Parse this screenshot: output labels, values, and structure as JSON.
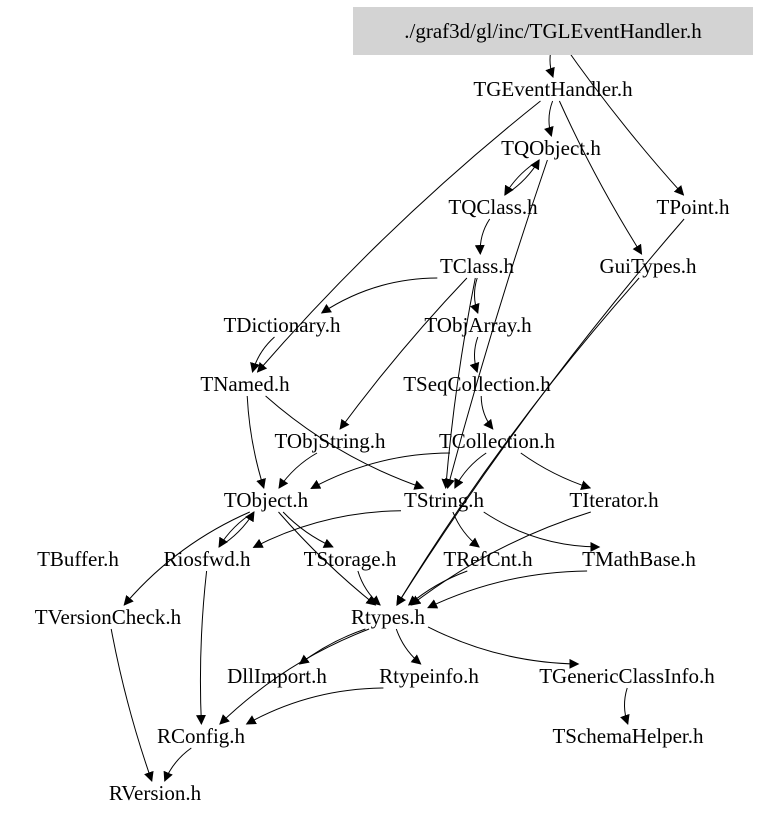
{
  "diagram": {
    "root": "./graf3d/gl/inc/TGLEventHandler.h",
    "root_fill": "#d3d3d3",
    "nodes": [
      {
        "id": "root",
        "label": "./graf3d/gl/inc/TGLEventHandler.h"
      },
      {
        "id": "TGEventHandler",
        "label": "TGEventHandler.h"
      },
      {
        "id": "TQObject",
        "label": "TQObject.h"
      },
      {
        "id": "TPoint",
        "label": "TPoint.h"
      },
      {
        "id": "TQClass",
        "label": "TQClass.h"
      },
      {
        "id": "TClass",
        "label": "TClass.h"
      },
      {
        "id": "GuiTypes",
        "label": "GuiTypes.h"
      },
      {
        "id": "TDictionary",
        "label": "TDictionary.h"
      },
      {
        "id": "TObjArray",
        "label": "TObjArray.h"
      },
      {
        "id": "TNamed",
        "label": "TNamed.h"
      },
      {
        "id": "TSeqCollection",
        "label": "TSeqCollection.h"
      },
      {
        "id": "TObjString",
        "label": "TObjString.h"
      },
      {
        "id": "TCollection",
        "label": "TCollection.h"
      },
      {
        "id": "TObject",
        "label": "TObject.h"
      },
      {
        "id": "TString",
        "label": "TString.h"
      },
      {
        "id": "TIterator",
        "label": "TIterator.h"
      },
      {
        "id": "TBuffer",
        "label": "TBuffer.h"
      },
      {
        "id": "Riosfwd",
        "label": "Riosfwd.h"
      },
      {
        "id": "TStorage",
        "label": "TStorage.h"
      },
      {
        "id": "TRefCnt",
        "label": "TRefCnt.h"
      },
      {
        "id": "TMathBase",
        "label": "TMathBase.h"
      },
      {
        "id": "TVersionCheck",
        "label": "TVersionCheck.h"
      },
      {
        "id": "Rtypes",
        "label": "Rtypes.h"
      },
      {
        "id": "DllImport",
        "label": "DllImport.h"
      },
      {
        "id": "Rtypeinfo",
        "label": "Rtypeinfo.h"
      },
      {
        "id": "TGenericClassInfo",
        "label": "TGenericClassInfo.h"
      },
      {
        "id": "RConfig",
        "label": "RConfig.h"
      },
      {
        "id": "TSchemaHelper",
        "label": "TSchemaHelper.h"
      },
      {
        "id": "RVersion",
        "label": "RVersion.h"
      }
    ],
    "edges": [
      [
        "root",
        "TGEventHandler"
      ],
      [
        "root",
        "TPoint"
      ],
      [
        "TGEventHandler",
        "TQObject"
      ],
      [
        "TGEventHandler",
        "GuiTypes"
      ],
      [
        "TGEventHandler",
        "TNamed"
      ],
      [
        "TQObject",
        "TQClass"
      ],
      [
        "TQClass",
        "TQObject"
      ],
      [
        "TQObject",
        "TString"
      ],
      [
        "TQClass",
        "TClass"
      ],
      [
        "TClass",
        "TDictionary"
      ],
      [
        "TClass",
        "TObjArray"
      ],
      [
        "TClass",
        "TObjString"
      ],
      [
        "TClass",
        "TString"
      ],
      [
        "TDictionary",
        "TNamed"
      ],
      [
        "TObjArray",
        "TSeqCollection"
      ],
      [
        "TSeqCollection",
        "TCollection"
      ],
      [
        "TNamed",
        "TObject"
      ],
      [
        "TNamed",
        "TString"
      ],
      [
        "TObjString",
        "TObject"
      ],
      [
        "TCollection",
        "TObject"
      ],
      [
        "TCollection",
        "TString"
      ],
      [
        "TCollection",
        "TIterator"
      ],
      [
        "TObject",
        "Riosfwd"
      ],
      [
        "Riosfwd",
        "TObject"
      ],
      [
        "TObject",
        "TVersionCheck"
      ],
      [
        "TObject",
        "Rtypes"
      ],
      [
        "TObject",
        "TStorage"
      ],
      [
        "TString",
        "Riosfwd"
      ],
      [
        "TString",
        "TRefCnt"
      ],
      [
        "TString",
        "TMathBase"
      ],
      [
        "TStorage",
        "Rtypes"
      ],
      [
        "TRefCnt",
        "Rtypes"
      ],
      [
        "TMathBase",
        "Rtypes"
      ],
      [
        "TIterator",
        "Rtypes"
      ],
      [
        "GuiTypes",
        "Rtypes"
      ],
      [
        "TPoint",
        "Rtypes"
      ],
      [
        "Riosfwd",
        "RConfig"
      ],
      [
        "Rtypes",
        "RConfig"
      ],
      [
        "Rtypes",
        "DllImport"
      ],
      [
        "Rtypes",
        "Rtypeinfo"
      ],
      [
        "Rtypes",
        "TGenericClassInfo"
      ],
      [
        "Rtypeinfo",
        "RConfig"
      ],
      [
        "TGenericClassInfo",
        "TSchemaHelper"
      ],
      [
        "TVersionCheck",
        "RVersion"
      ],
      [
        "RConfig",
        "RVersion"
      ]
    ]
  }
}
